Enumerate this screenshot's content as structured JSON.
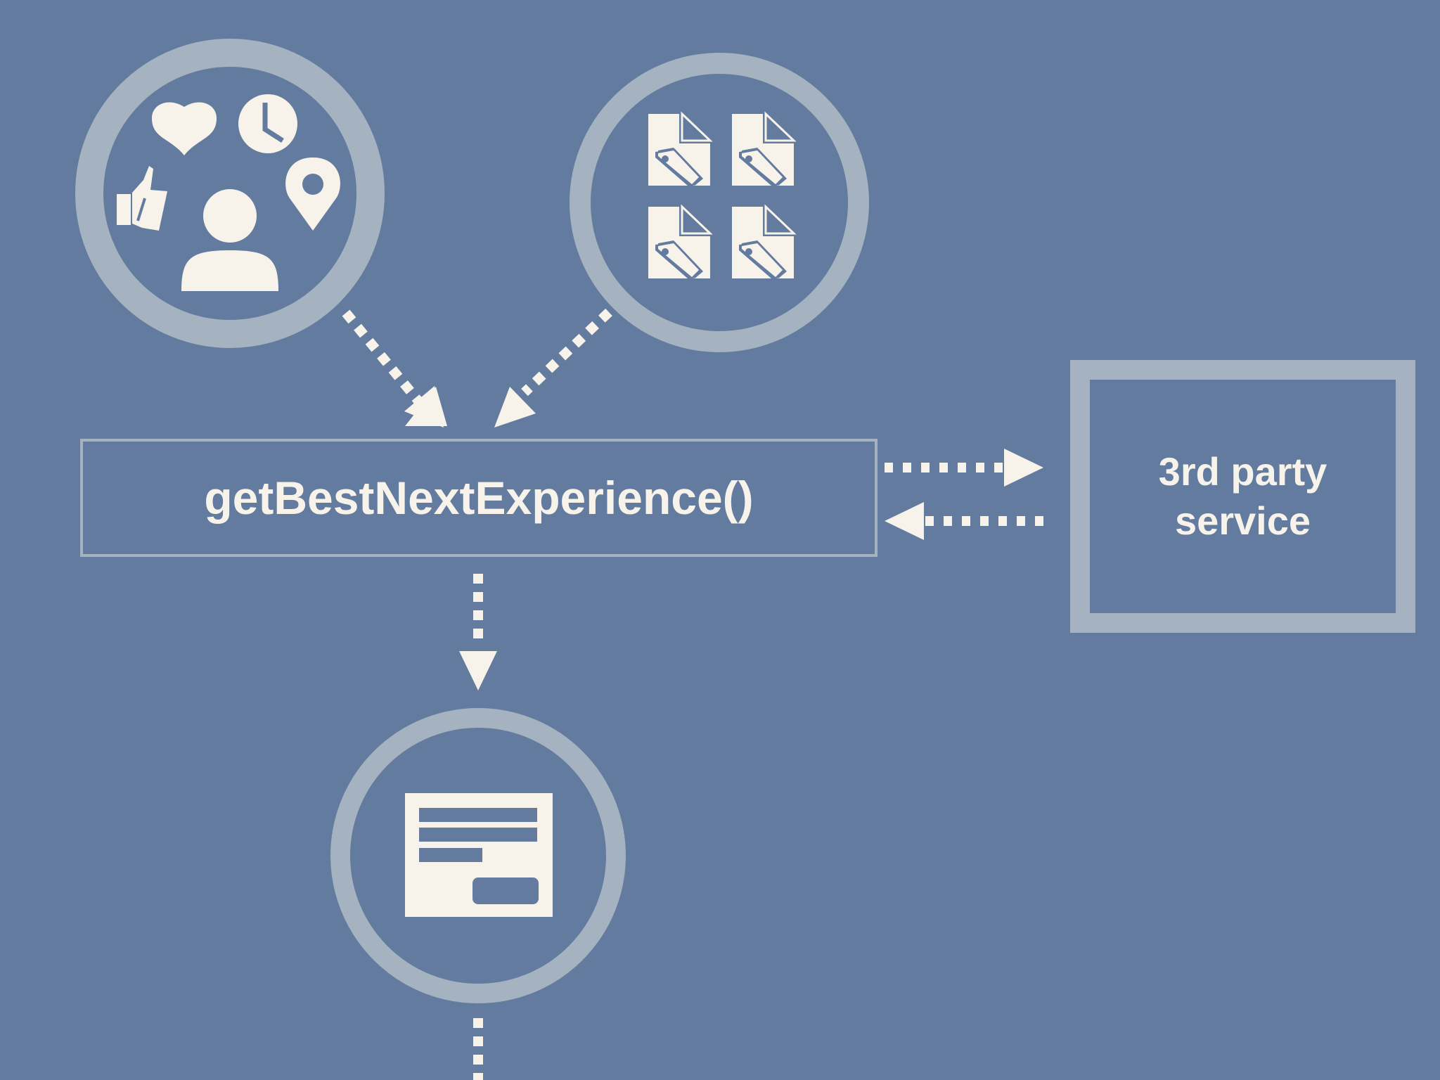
{
  "function_box": {
    "label": "getBestNextExperience()"
  },
  "service_box": {
    "line1": "3rd party",
    "line2": "service"
  },
  "icons": {
    "user_context": [
      "heart-icon",
      "clock-icon",
      "location-pin-icon",
      "thumbs-up-icon",
      "person-icon"
    ],
    "content_items": [
      "tagged-document-icon",
      "tagged-document-icon",
      "tagged-document-icon",
      "tagged-document-icon"
    ],
    "output": "content-card-icon"
  },
  "colors": {
    "background": "#627b9f",
    "ring": "#a5b2c0",
    "foreground": "#f7f3ea"
  }
}
